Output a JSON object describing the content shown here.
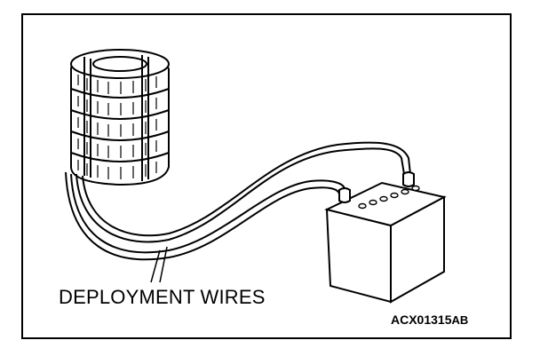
{
  "labels": {
    "deployment_wires": "DEPLOYMENT WIRES",
    "figure_code": "ACX01315",
    "figure_code_suffix": "AB"
  },
  "colors": {
    "ink": "#000000",
    "paper": "#ffffff"
  },
  "icons": {
    "tire_stack": "tire-stack-icon",
    "battery": "battery-icon",
    "wires": "wire-harness"
  }
}
